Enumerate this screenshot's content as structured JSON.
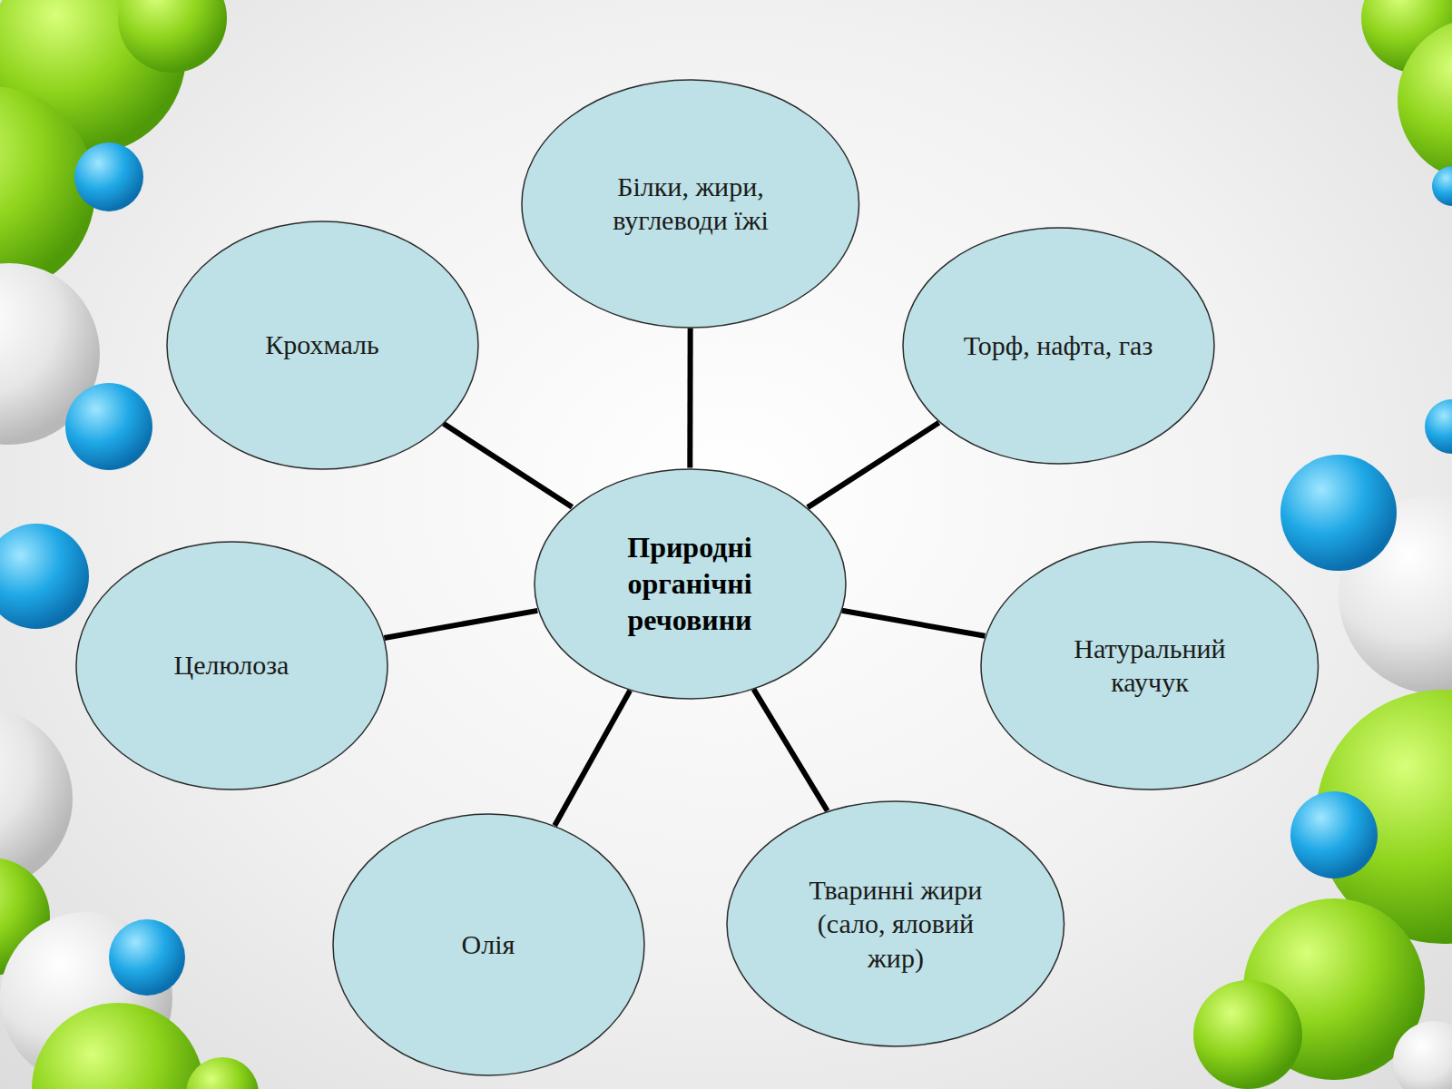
{
  "diagram": {
    "nodes": [
      {
        "text": [
          "Природні органічні речовини"
        ]
      },
      {
        "text": [
          "Білки, жири, вуглеводи їжі"
        ]
      },
      {
        "text": [
          "Торф, нафта, газ"
        ]
      },
      {
        "text": [
          "Натуральний каучук"
        ]
      },
      {
        "text": [
          "Тваринні жири (сало, яловий жир)"
        ]
      },
      {
        "text": [
          "Олія"
        ]
      },
      {
        "text": [
          "Целюлоза"
        ]
      },
      {
        "text": [
          "Крохмаль"
        ]
      }
    ],
    "edges": [
      {
        "from": 0,
        "to": 1,
        "arrow": "none"
      },
      {
        "from": 0,
        "to": 2,
        "arrow": "none"
      },
      {
        "from": 0,
        "to": 3,
        "arrow": "none"
      },
      {
        "from": 0,
        "to": 4,
        "arrow": "none"
      },
      {
        "from": 0,
        "to": 5,
        "arrow": "none"
      },
      {
        "from": 0,
        "to": 6,
        "arrow": "none"
      },
      {
        "from": 0,
        "to": 7,
        "arrow": "none"
      }
    ]
  }
}
